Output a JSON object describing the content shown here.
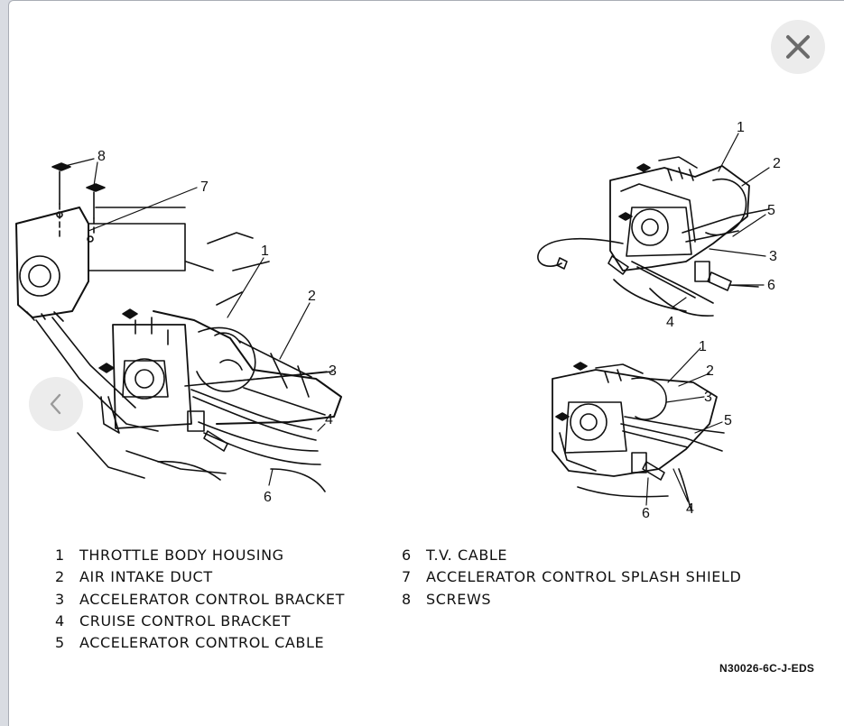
{
  "controls": {
    "close_icon": "close-icon",
    "prev_icon": "chevron-left-icon"
  },
  "diagram": {
    "main_callouts": [
      "8",
      "7",
      "1",
      "2",
      "3",
      "4",
      "6"
    ],
    "top_right_callouts": [
      "1",
      "2",
      "5",
      "3",
      "6",
      "4"
    ],
    "bottom_right_callouts": [
      "1",
      "2",
      "3",
      "5",
      "4",
      "6"
    ]
  },
  "legend": {
    "left": [
      {
        "num": "1",
        "label": "THROTTLE BODY HOUSING"
      },
      {
        "num": "2",
        "label": "AIR INTAKE DUCT"
      },
      {
        "num": "3",
        "label": "ACCELERATOR CONTROL BRACKET"
      },
      {
        "num": "4",
        "label": "CRUISE CONTROL BRACKET"
      },
      {
        "num": "5",
        "label": "ACCELERATOR CONTROL CABLE"
      }
    ],
    "right": [
      {
        "num": "6",
        "label": "T.V. CABLE"
      },
      {
        "num": "7",
        "label": "ACCELERATOR CONTROL SPLASH SHIELD"
      },
      {
        "num": "8",
        "label": "SCREWS"
      }
    ]
  },
  "figure_code": "N30026-6C-J-EDS"
}
